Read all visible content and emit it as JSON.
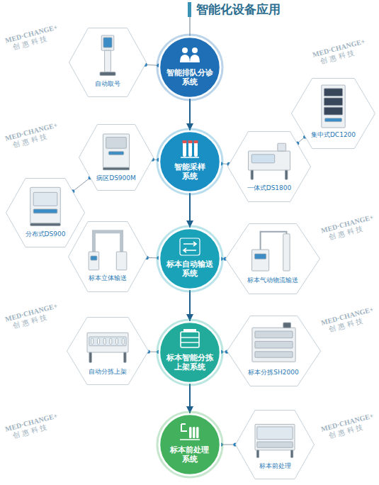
{
  "diagram": {
    "title": "智能化设备应用",
    "nodes": [
      {
        "text": [
          "智能排队分诊 系统"
        ]
      },
      {
        "text": [
          "自动取号"
        ]
      },
      {
        "text": [
          "智能采样 系统"
        ]
      },
      {
        "text": [
          "病区DS900M"
        ]
      },
      {
        "text": [
          "一体式DS1800"
        ]
      },
      {
        "text": [
          "集中式DC1200"
        ]
      },
      {
        "text": [
          "分布式DS900"
        ]
      },
      {
        "text": [
          "标本自动输送 系统"
        ]
      },
      {
        "text": [
          "标本立体输送"
        ]
      },
      {
        "text": [
          "标本气动物流输送"
        ]
      },
      {
        "text": [
          "标本智能分拣 上架系统"
        ]
      },
      {
        "text": [
          "自动分拣上架"
        ]
      },
      {
        "text": [
          "标本分拣SH2000"
        ]
      },
      {
        "text": [
          "标本前处理 系统"
        ]
      },
      {
        "text": [
          "标本前处理"
        ]
      }
    ],
    "edges": [
      {
        "from": 0,
        "to": 2,
        "arrow": "to"
      },
      {
        "from": 2,
        "to": 7,
        "arrow": "to"
      },
      {
        "from": 7,
        "to": 10,
        "arrow": "to"
      },
      {
        "from": 10,
        "to": 13,
        "arrow": "to"
      },
      {
        "from": 0,
        "to": 1,
        "arrow": "none"
      },
      {
        "from": 2,
        "to": 3,
        "arrow": "none"
      },
      {
        "from": 2,
        "to": 4,
        "arrow": "none"
      },
      {
        "from": 3,
        "to": 6,
        "arrow": "none"
      },
      {
        "from": 4,
        "to": 5,
        "arrow": "none"
      },
      {
        "from": 7,
        "to": 8,
        "arrow": "none"
      },
      {
        "from": 7,
        "to": 9,
        "arrow": "none"
      },
      {
        "from": 10,
        "to": 11,
        "arrow": "none"
      },
      {
        "from": 10,
        "to": 12,
        "arrow": "none"
      },
      {
        "from": 13,
        "to": 14,
        "arrow": "none"
      }
    ],
    "labels": [
      "MED·CHANGE+",
      "创 惠 科 技",
      "MED·CHANGE+",
      "创 惠 科 技",
      "MED·CHANGE+",
      "创 惠 科 技",
      "MED·CHANGE+",
      "创 惠 科 技",
      "MED·CHANGE+",
      "创 惠 科 技",
      "MED·CHANGE+",
      "创 惠 科 技",
      "MED·CHANGE+",
      "创 惠 科 技",
      "MED·CHANGE+",
      "创 惠 科 技"
    ]
  }
}
